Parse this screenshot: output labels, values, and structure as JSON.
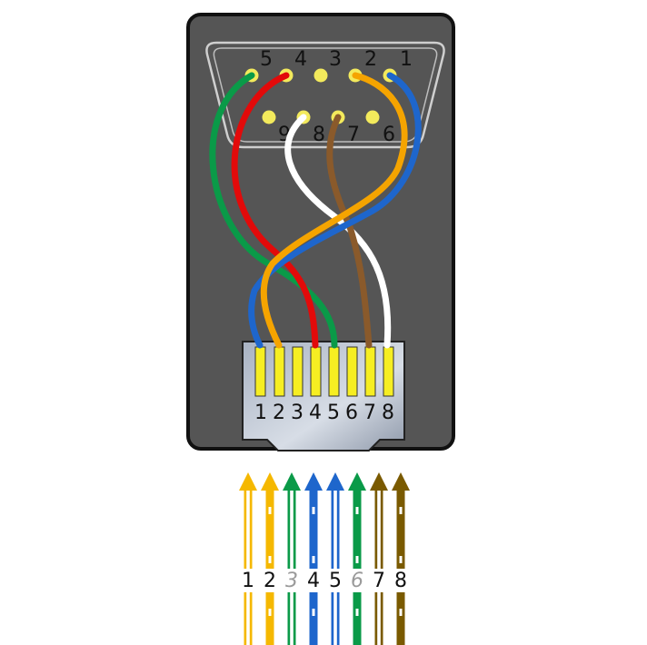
{
  "db9": {
    "top_pins": [
      "5",
      "4",
      "3",
      "2",
      "1"
    ],
    "bottom_pins": [
      "9",
      "8",
      "7",
      "6"
    ]
  },
  "rj45": {
    "pins": [
      "1",
      "2",
      "3",
      "4",
      "5",
      "6",
      "7",
      "8"
    ]
  },
  "wires": [
    {
      "name": "green",
      "color": "#0a9a48"
    },
    {
      "name": "red",
      "color": "#e20a0a"
    },
    {
      "name": "orange",
      "color": "#f5a400"
    },
    {
      "name": "blue",
      "color": "#1e66cc"
    },
    {
      "name": "white",
      "color": "#ffffff"
    },
    {
      "name": "brown",
      "color": "#8a5a2b"
    }
  ],
  "pairs": [
    {
      "label": "1",
      "color": "#f5b800",
      "striped": true,
      "style": "normal"
    },
    {
      "label": "2",
      "color": "#f5b800",
      "striped": false,
      "style": "normal"
    },
    {
      "label": "3",
      "color": "#0a9a48",
      "striped": true,
      "style": "italic-gray"
    },
    {
      "label": "4",
      "color": "#1e66cc",
      "striped": false,
      "style": "normal"
    },
    {
      "label": "5",
      "color": "#1e66cc",
      "striped": true,
      "style": "normal"
    },
    {
      "label": "6",
      "color": "#0a9a48",
      "striped": false,
      "style": "italic-gray"
    },
    {
      "label": "7",
      "color": "#7a5a00",
      "striped": true,
      "style": "normal"
    },
    {
      "label": "8",
      "color": "#7a5a00",
      "striped": false,
      "style": "normal"
    }
  ]
}
